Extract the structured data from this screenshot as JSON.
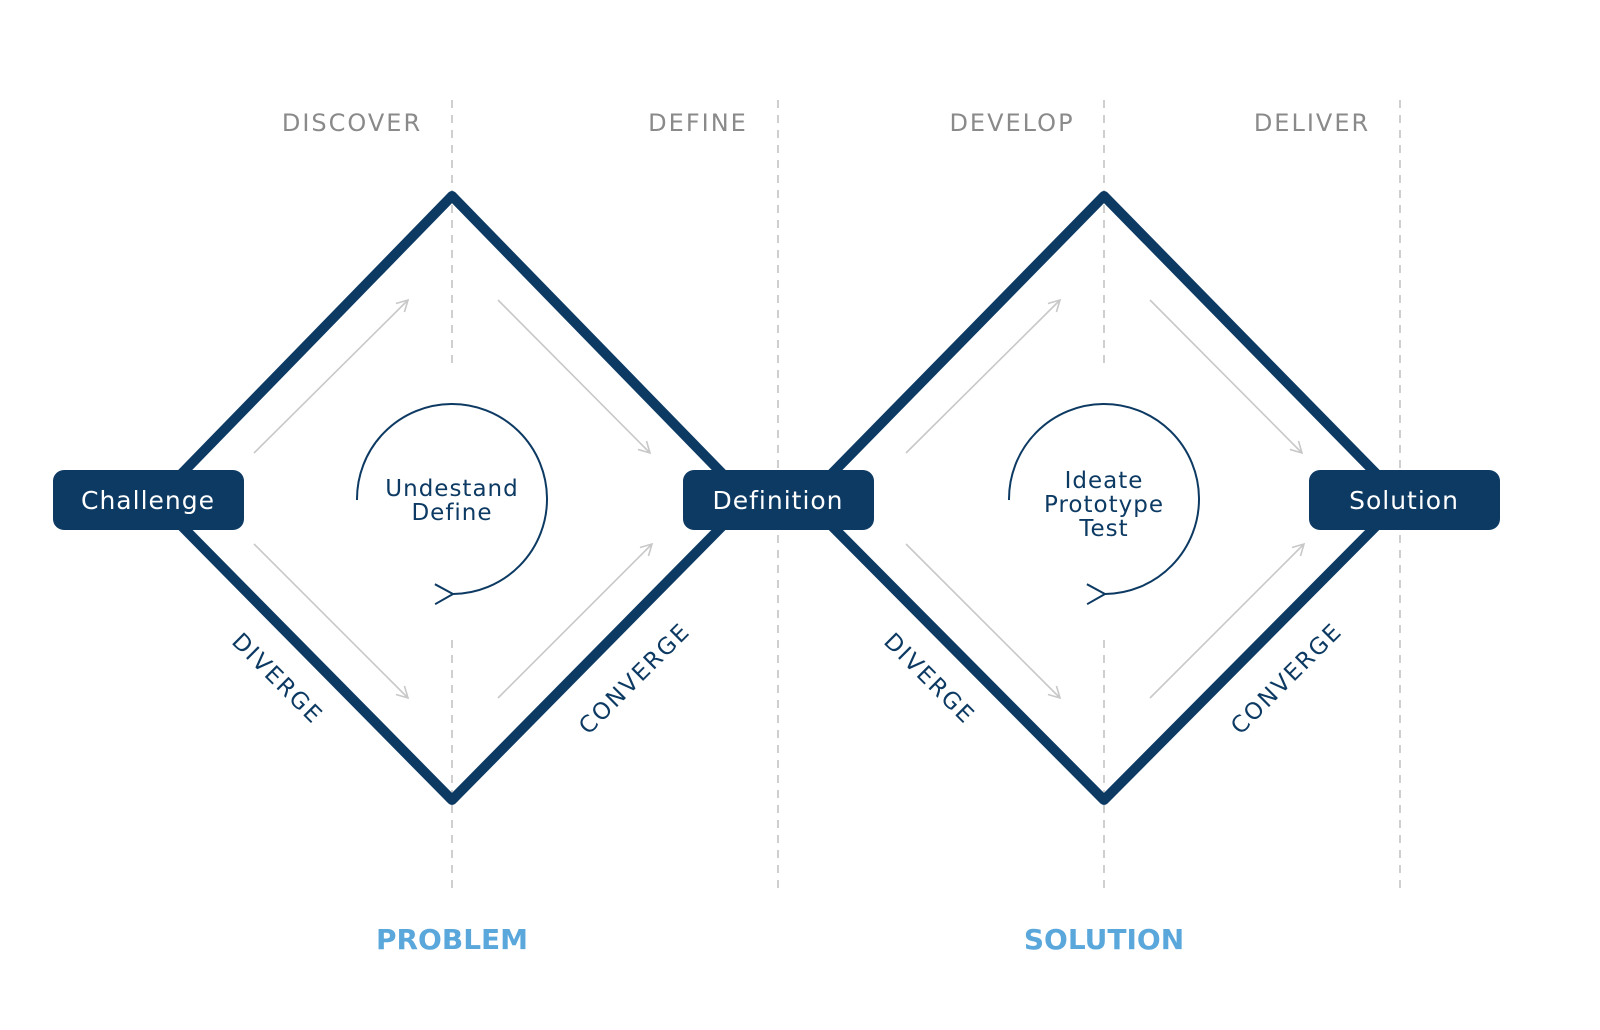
{
  "colors": {
    "navy": "#0d3a63",
    "gray_text": "#8a8a8a",
    "arrow_gray": "#c8c8c8",
    "accent_blue": "#5aa7dc",
    "divider": "#cfcfcf"
  },
  "phases": [
    "DISCOVER",
    "DEFINE",
    "DEVELOP",
    "DELIVER"
  ],
  "nodes": {
    "challenge": "Challenge",
    "definition": "Definition",
    "solution": "Solution"
  },
  "diamond1": {
    "center_lines": [
      "Undestand",
      "Define"
    ],
    "left_label": "DIVERGE",
    "right_label": "CONVERGE"
  },
  "diamond2": {
    "center_lines": [
      "Ideate",
      "Prototype",
      "Test"
    ],
    "left_label": "DIVERGE",
    "right_label": "CONVERGE"
  },
  "bottom": {
    "problem": "PROBLEM",
    "solution": "SOLUTION"
  }
}
